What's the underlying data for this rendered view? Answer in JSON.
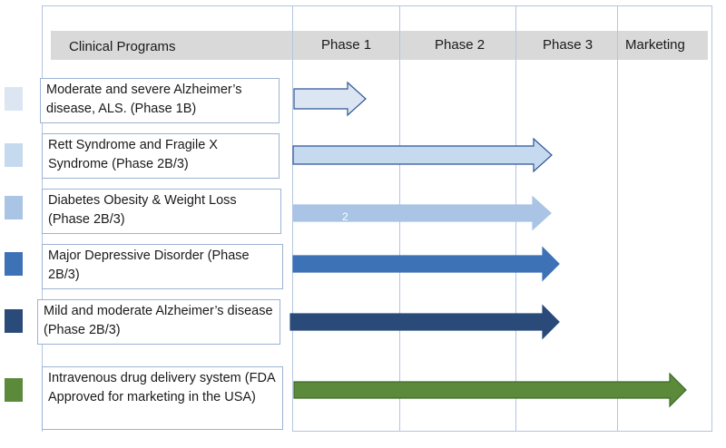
{
  "header": {
    "col_programs": "Clinical Programs",
    "col_phase1": "Phase 1",
    "col_phase2": "Phase 2",
    "col_phase3": "Phase 3",
    "col_marketing": "Marketing"
  },
  "programs": [
    {
      "label": "Moderate and severe Alzheimer’s disease, ALS. (Phase 1B)",
      "color": "#dce6f2",
      "border": "#2f5597",
      "progress_end": "phase1"
    },
    {
      "label": "Rett Syndrome and Fragile X Syndrome (Phase 2B/3)",
      "color": "#c5d9ef",
      "border": "#2f5597",
      "progress_end": "phase3"
    },
    {
      "label": "Diabetes Obesity & Weight Loss (Phase 2B/3)",
      "color": "#a9c4e5",
      "border": "#a9c4e5",
      "progress_end": "phase3",
      "note": "2"
    },
    {
      "label": "Major Depressive Disorder (Phase 2B/3)",
      "color": "#3d72b6",
      "border": "#3d72b6",
      "progress_end": "phase3"
    },
    {
      "label": "Mild and moderate Alzheimer’s disease (Phase 2B/3)",
      "color": "#2a4a7a",
      "border": "#2a4a7a",
      "progress_end": "phase3"
    },
    {
      "label": "Intravenous drug delivery system (FDA Approved for marketing in the USA)",
      "color": "#5a8a3a",
      "border": "#3f6b27",
      "progress_end": "marketing"
    }
  ]
}
